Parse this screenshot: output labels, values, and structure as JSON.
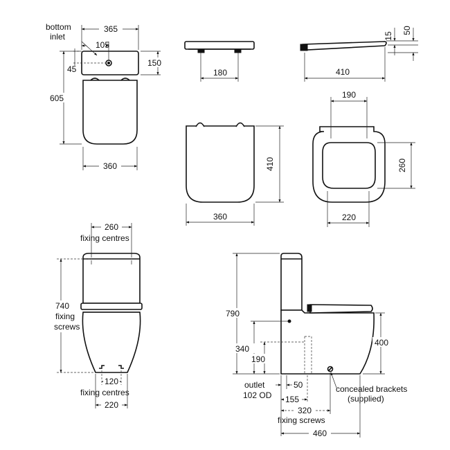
{
  "labels": {
    "bottom": "bottom",
    "inlet": "inlet",
    "fixing_centres_top": "fixing centres",
    "fixing": "fixing",
    "screws": "screws",
    "fixing_centres_bottom": "fixing centres",
    "outlet": "outlet",
    "od": "102 OD",
    "concealed": "concealed brackets",
    "supplied": "(supplied)",
    "fixing_screws": "fixing screws"
  },
  "dimensions": {
    "top_width": "365",
    "inlet_offset": "105",
    "inlet_depth": "45",
    "cistern_depth": "150",
    "overall_depth": "605",
    "pan_width_top": "360",
    "seat_width": "180",
    "seat_side_length": "410",
    "seat_thickness": "15",
    "seat_height": "50",
    "seat_length": "410",
    "seat_width_plan": "360",
    "seat_inner_width": "190",
    "seat_inner_length": "260",
    "seat_inner_rear": "220",
    "fixing_centres_top": "260",
    "fixing_screws_height": "740",
    "fixing_centres_bottom": "120",
    "front_base_width": "220",
    "overall_height": "790",
    "pan_height": "400",
    "inlet_height_340": "340",
    "outlet_height": "190",
    "outlet_50": "50",
    "outlet_155": "155",
    "fixing_screws_320": "320",
    "base_length": "460"
  }
}
